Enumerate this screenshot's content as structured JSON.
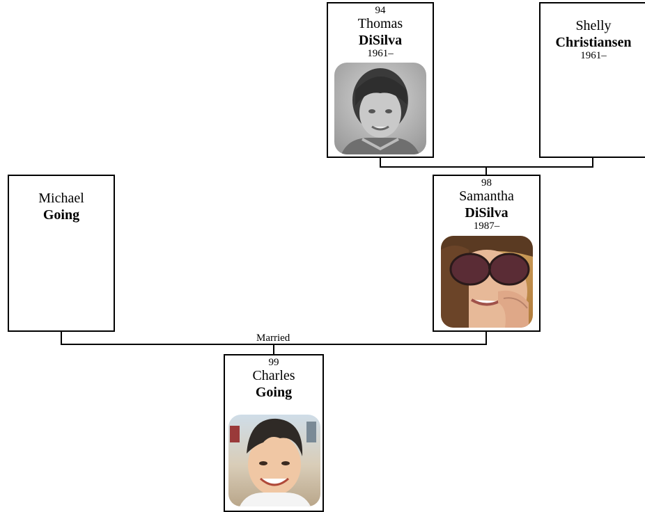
{
  "people": {
    "thomas": {
      "number": "94",
      "given": "Thomas",
      "surname": "DiSilva",
      "years": "1961–",
      "photo": "portrait-photo"
    },
    "shelly": {
      "given": "Shelly",
      "surname": "Christiansen",
      "years": "1961–"
    },
    "michael": {
      "given": "Michael",
      "surname": "Going"
    },
    "samantha": {
      "number": "98",
      "given": "Samantha",
      "surname": "DiSilva",
      "years": "1987–",
      "photo": "portrait-photo"
    },
    "charles": {
      "number": "99",
      "given": "Charles",
      "surname": "Going",
      "photo": "portrait-photo"
    }
  },
  "relationships": {
    "michael_samantha": "Married"
  }
}
